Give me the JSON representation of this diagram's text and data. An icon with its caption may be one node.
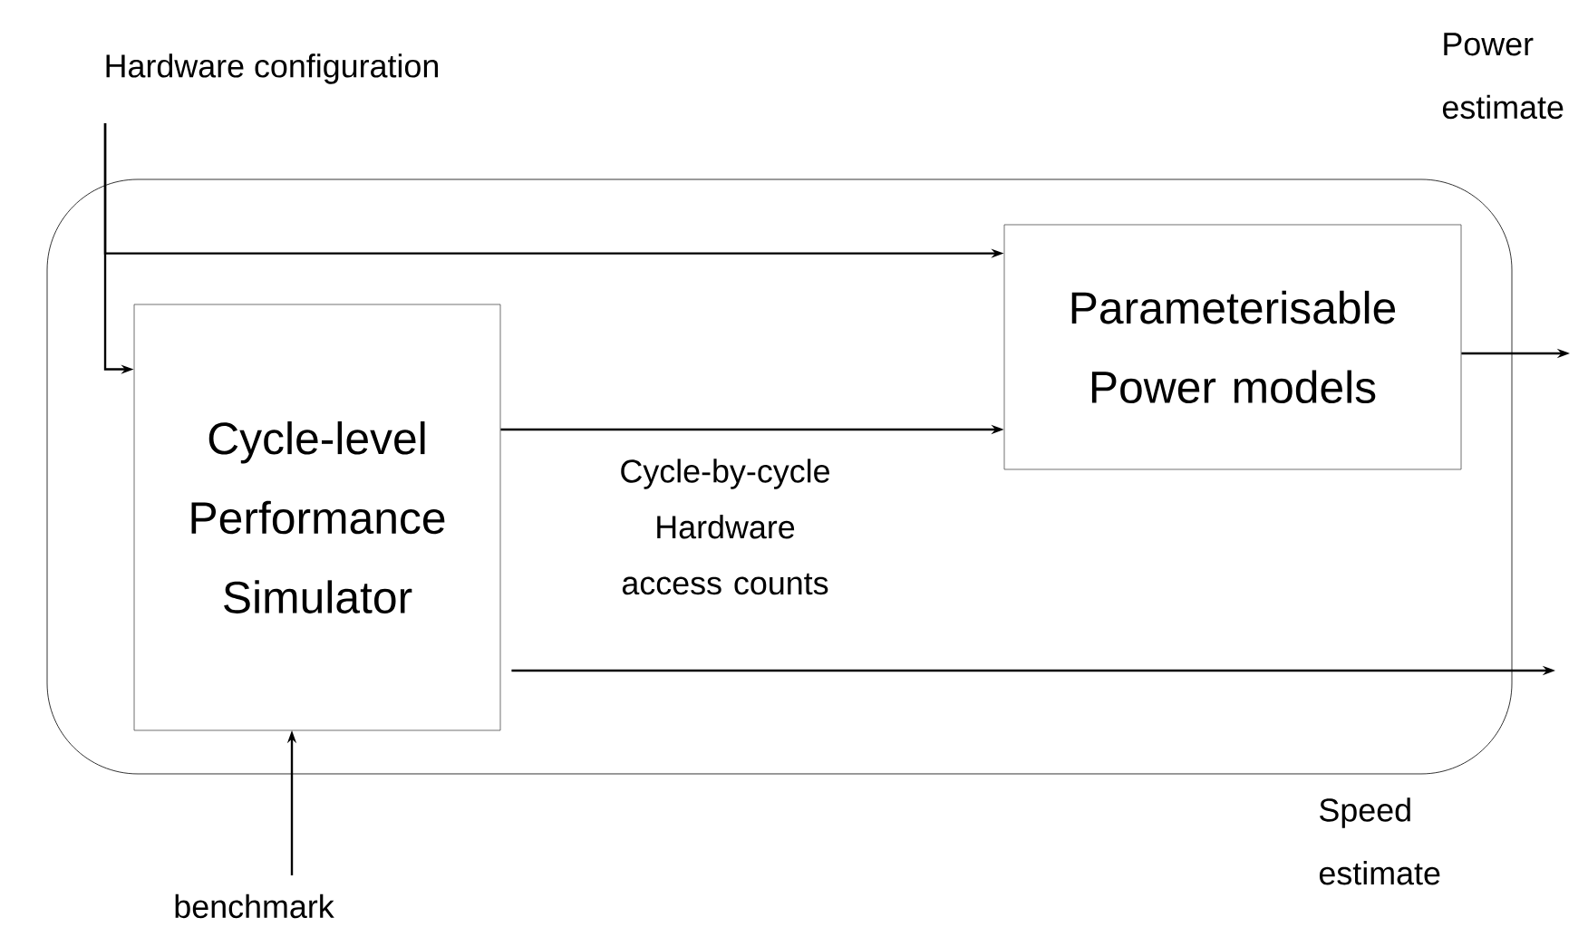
{
  "diagram": {
    "nodes": [
      {
        "text": [],
        "shape": "box"
      },
      {
        "text": [
          "Hardware configuration"
        ]
      },
      {
        "text": [
          "Cycle-level Performance Simulator"
        ],
        "in": 0
      },
      {
        "text": [
          "Parameterisable Power models"
        ],
        "in": 0
      },
      {
        "text": [
          "benchmark"
        ]
      }
    ],
    "edges": [
      {
        "from": 1,
        "to": 2,
        "arrow": "to"
      },
      {
        "from": 1,
        "to": 3,
        "arrow": "to"
      },
      {
        "from": 2,
        "to": 3,
        "arrow": "to",
        "label": "Cycle-by-cycle Hardware access counts"
      },
      {
        "from": 3,
        "to": null,
        "arrow": "to"
      },
      {
        "from": 2,
        "to": null,
        "arrow": "to"
      },
      {
        "from": 4,
        "to": 2,
        "arrow": "to"
      }
    ],
    "labels": [
      "Power estimate",
      "Speed estimate"
    ]
  }
}
